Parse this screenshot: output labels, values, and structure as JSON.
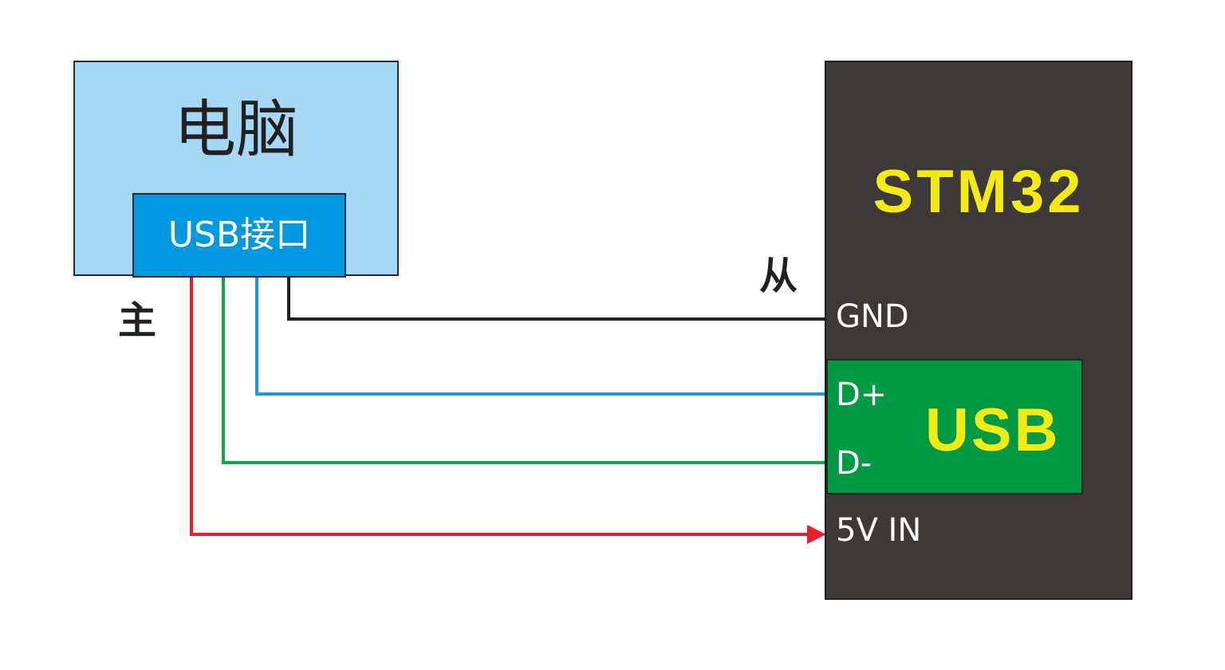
{
  "pc": {
    "title": "电脑",
    "usb_port_label": "USB接口",
    "box_color": "#a4d8f4",
    "port_color": "#0098e0"
  },
  "roles": {
    "master": "主",
    "slave": "从"
  },
  "stm32": {
    "title": "STM32",
    "title_color": "#f5ea14",
    "body_color": "#3d3939",
    "usb_block_label": "USB",
    "usb_block_color": "#009a44",
    "pins": {
      "gnd": "GND",
      "dplus": "D+",
      "dminus": "D-",
      "vin": "5V IN"
    }
  },
  "wires": {
    "gnd": {
      "color": "#231f20",
      "from": "USB接口",
      "to": "GND"
    },
    "dplus": {
      "color": "#1a9ad6",
      "from": "USB接口",
      "to": "D+"
    },
    "dminus": {
      "color": "#1aa34a",
      "from": "USB接口",
      "to": "D-"
    },
    "vin": {
      "color": "#e8202a",
      "from": "USB接口",
      "to": "5V IN",
      "arrow": true
    }
  }
}
